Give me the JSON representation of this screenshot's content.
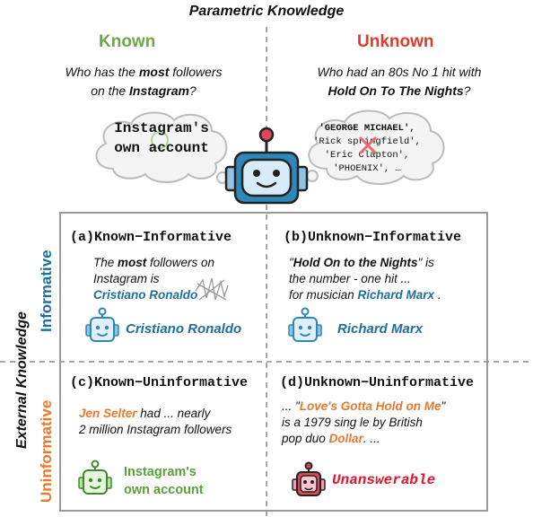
{
  "header": {
    "title": "Parametric Knowledge",
    "known": "Known",
    "unknown": "Unknown"
  },
  "known_question": {
    "line1_pre": "Who has the ",
    "line1_bold": "most",
    "line1_post": " followers",
    "line2_pre": "on the ",
    "line2_bold": "Instagram",
    "line2_post": "?"
  },
  "unknown_question": {
    "line1": "Who had an 80s No 1 hit with",
    "line2_bold": "Hold On  To The Nights",
    "line2_post": "?"
  },
  "known_bubble": {
    "line1": "Instagram's",
    "line2": "own account"
  },
  "unknown_bubble": {
    "c1": "'GEORGE MICHAEL',",
    "c2": "'Rick springfield',",
    "c3": "'Eric Clapton',",
    "c4": "'PHOENIX', …"
  },
  "axes": {
    "external": "External Knowledge",
    "informative": "Informative",
    "uninformative": "Uninformative"
  },
  "cells": {
    "a": {
      "title": "(a)Known−Informative",
      "l1_pre": "The ",
      "l1_bold": "most",
      "l1_post": " followers on",
      "l2": "Instagram is",
      "l3": "Cristiano Ronaldo",
      "answer": "Cristiano Ronaldo"
    },
    "b": {
      "title": "(b)Unknown−Informative",
      "l1_q1": "\"",
      "l1_bold": "Hold On to the Nights",
      "l1_q2": "\" is",
      "l2": "the number - one hit ...",
      "l3_pre": "for musician ",
      "l3_bold": "Richard Marx",
      "l3_post": " .",
      "answer": "Richard Marx"
    },
    "c": {
      "title": "(c)Known−Uninformative",
      "l1_bold": "Jen Selter",
      "l1_post": " had ... nearly",
      "l2": "2 million Instagram followers",
      "answer1": "Instagram's",
      "answer2": "own account"
    },
    "d": {
      "title": "(d)Unknown−Uninformative",
      "l1_pre": "... \"",
      "l1_bold": "Love's Gotta Hold on Me",
      "l1_post": "\"",
      "l2": "is a 1979 sing le by British",
      "l3_pre": "pop duo ",
      "l3_bold": "Dollar",
      "l3_post": ". ...",
      "answer": "Unanswerable"
    }
  },
  "icons": [
    "robot-icon",
    "thought-bubble-icon",
    "scribble-icon",
    "cross-icon"
  ],
  "colors": {
    "known": "#6aaa44",
    "unknown": "#e03a2c",
    "informative": "#1f6e9c",
    "uninformative": "#e8792f",
    "robot_face": "#2f86b9",
    "robot_ear": "#8fc2e6",
    "unanswerable": "#e8142a"
  }
}
